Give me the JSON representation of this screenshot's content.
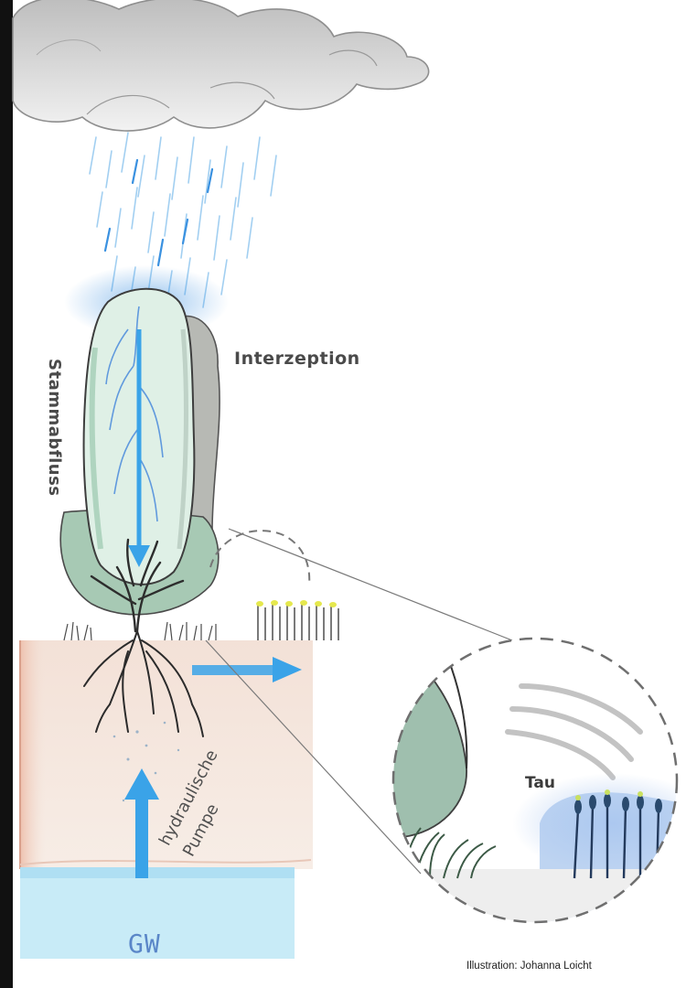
{
  "labels": {
    "interzeption": "Interzeption",
    "stammabfluss": "Stammabfluss",
    "hydraulic_line1": "hydraulische",
    "hydraulic_line2": "Pumpe",
    "tau": "Tau",
    "groundwater": "GW"
  },
  "credit": "Illustration: Johanna Loicht",
  "colors": {
    "water_arrow": "#3aa3e8",
    "groundwater": "#bfe6f5",
    "soil_top": "#f1dcd2",
    "foliage": "#bfe3d2",
    "cloud": "#d9d9d9"
  }
}
